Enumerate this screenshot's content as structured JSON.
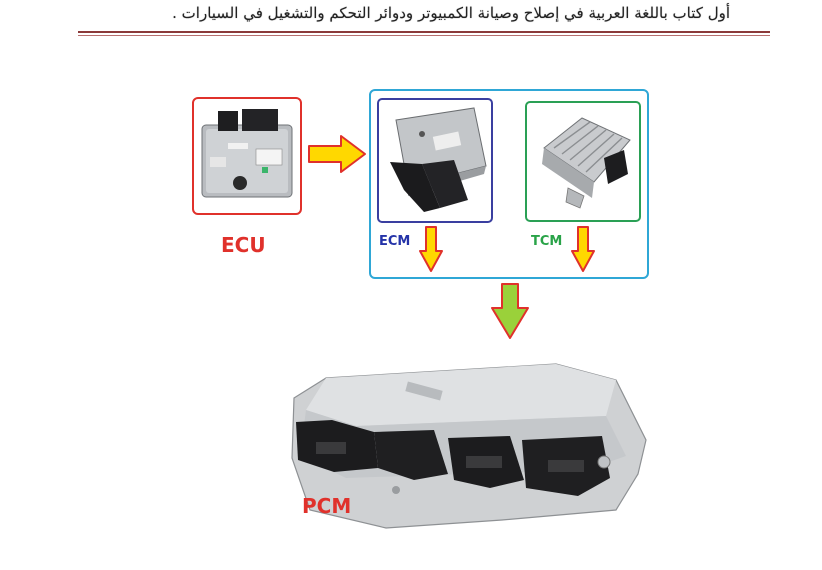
{
  "header": {
    "title": "أول كتاب باللغة العربية في إصلاح وصيانة الكمبيوتر ودوائر التحكم والتشغيل في السيارات ."
  },
  "labels": {
    "ecu": "ECU",
    "ecm": "ECM",
    "tcm": "TCM",
    "pcm": "PCM"
  },
  "colors": {
    "ecu": "#e0312b",
    "ecm_frame": "#3a3fa0",
    "ecm_text": "#2433a8",
    "tcm_frame": "#2aa055",
    "tcm_text": "#29a348",
    "group_frame": "#2fa7d6",
    "pcm": "#e0312b",
    "arrow_yellow": "#ffd800",
    "arrow_green": "#9ad13a",
    "arrow_outline": "#e0312b"
  }
}
